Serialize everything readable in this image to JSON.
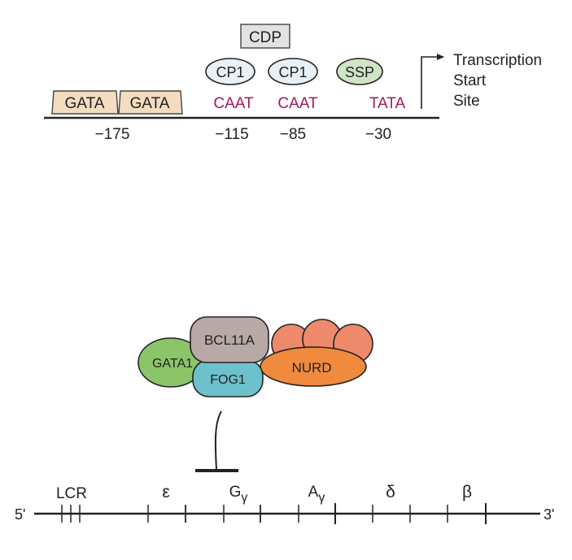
{
  "colors": {
    "line": "#222222",
    "gata_box_fill": "#f3dcc0",
    "gata_box_stroke": "#444444",
    "cdp_fill": "#e2e2e2",
    "cp1_fill": "#e8f1f6",
    "ssp_fill": "#cfe6c6",
    "element_text": "#a3185e",
    "bcl11a_fill": "#b8a9a6",
    "gata1_fill": "#8cc46a",
    "fog1_fill": "#6cc1cc",
    "nurd_fill": "#ef8a3e",
    "nurd_lobe_fill": "#ee8a6c"
  },
  "top_diagram": {
    "proteins": {
      "cdp": "CDP",
      "cp1_left": "CP1",
      "cp1_right": "CP1",
      "ssp": "SSP"
    },
    "gata_sites": [
      "GATA",
      "GATA"
    ],
    "elements": {
      "caat_left": "CAAT",
      "caat_right": "CAAT",
      "tata": "TATA"
    },
    "positions": {
      "p175": "−175",
      "p115": "−115",
      "p85": "−85",
      "p30": "−30"
    },
    "tss_label": [
      "Transcription",
      "Start",
      "Site"
    ]
  },
  "bottom_diagram": {
    "complex": {
      "bcl11a": "BCL11A",
      "gata1": "GATA1",
      "fog1": "FOG1",
      "nurd": "NURD"
    },
    "strand": {
      "five_prime": "5'",
      "three_prime": "3'"
    },
    "genes": {
      "lcr": "LCR",
      "epsilon": "ε",
      "g_gamma": "G",
      "a_gamma": "A",
      "gamma_subscript": "γ",
      "delta": "δ",
      "beta": "β"
    }
  }
}
